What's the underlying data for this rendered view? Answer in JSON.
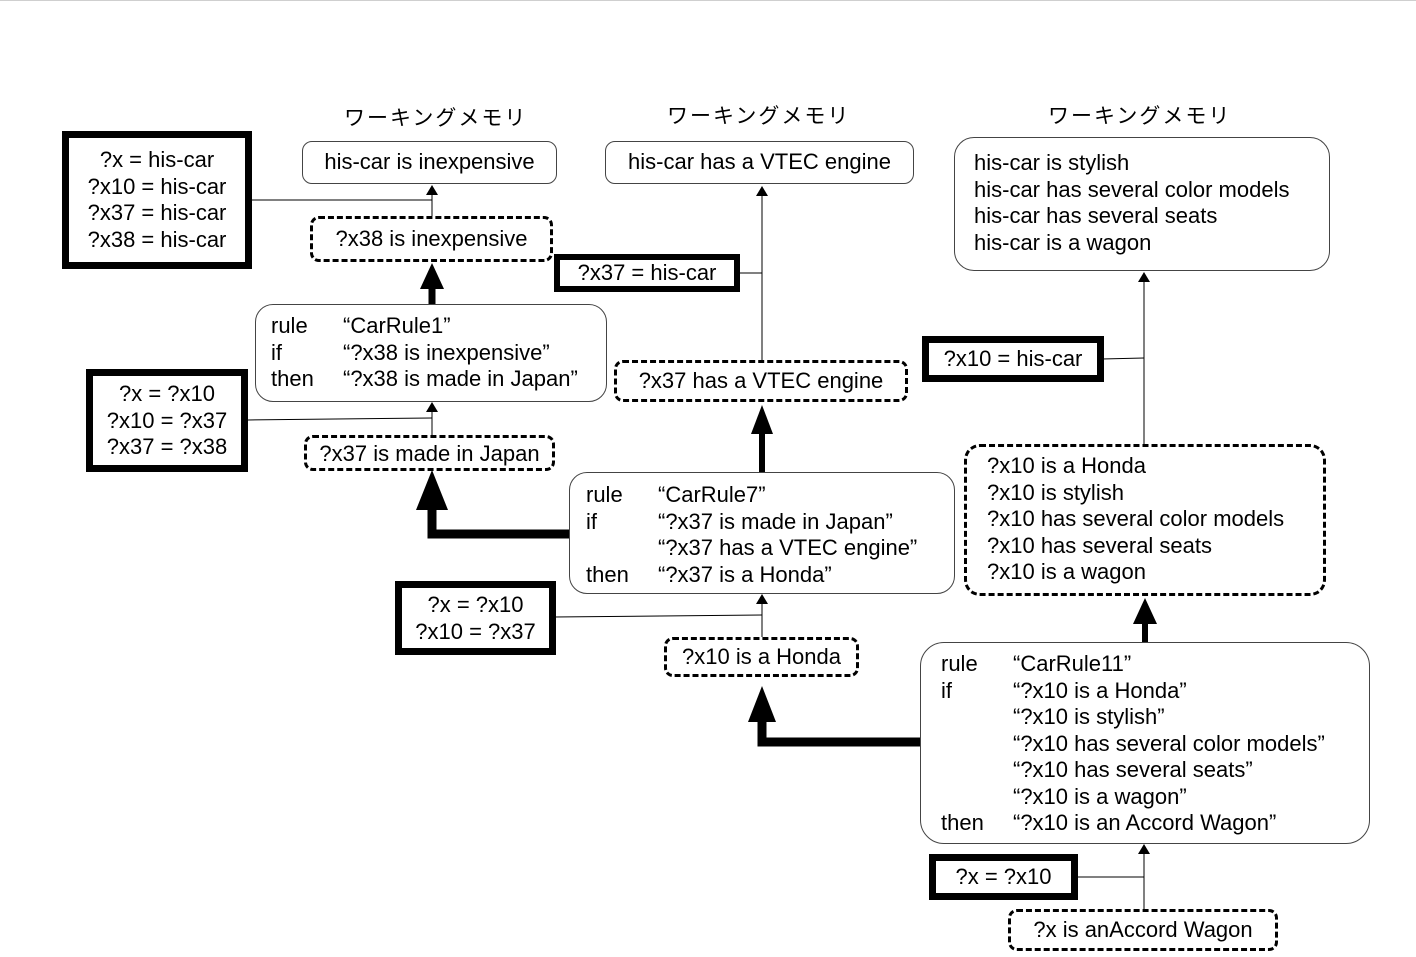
{
  "headings": [
    "ワーキングメモリ",
    "ワーキングメモリ",
    "ワーキングメモリ"
  ],
  "working_memory": {
    "wm1": [
      "his-car is inexpensive"
    ],
    "wm2": [
      "his-car has a VTEC engine"
    ],
    "wm3": [
      "his-car is stylish",
      "his-car has several color models",
      "his-car has several seats",
      "his-car is a wagon"
    ]
  },
  "rules": {
    "car_rule1": {
      "name": "“CarRule1”",
      "if": [
        "“?x38 is inexpensive”"
      ],
      "then": "“?x38 is made in Japan”"
    },
    "car_rule7": {
      "name": "“CarRule7”",
      "if": [
        "“?x37 is made in Japan”",
        "“?x37 has a VTEC engine”"
      ],
      "then": "“?x37 is a Honda”"
    },
    "car_rule11": {
      "name": "“CarRule11”",
      "if": [
        "“?x10 is a Honda”",
        "“?x10 is stylish”",
        "“?x10 has several color models”",
        "“?x10 has several seats”",
        "“?x10 is a wagon”"
      ],
      "then": "“?x10 is an Accord Wagon”"
    }
  },
  "rule_keywords": {
    "rule": "rule",
    "if": "if",
    "then": "then"
  },
  "goals": {
    "g_inexpensive": [
      "?x38 is inexpensive"
    ],
    "g_japan": [
      "?x37 is made in Japan"
    ],
    "g_vtec": [
      "?x37 has a VTEC engine"
    ],
    "g_honda": [
      "?x10 is a Honda"
    ],
    "g_subgoals": [
      "?x10 is a Honda",
      "?x10 is stylish",
      "?x10 has several color models",
      "?x10 has several seats",
      "?x10 is a wagon"
    ],
    "g_accord": [
      "?x is anAccord Wagon"
    ]
  },
  "bindings": {
    "b1": [
      "?x = his-car",
      "?x10 = his-car",
      "?x37 = his-car",
      "?x38 = his-car"
    ],
    "b2": [
      "?x = ?x10",
      "?x10 = ?x37",
      "?x37 = ?x38"
    ],
    "b3": [
      "?x37 = his-car"
    ],
    "b4": [
      "?x = ?x10",
      "?x10 = ?x37"
    ],
    "b5": [
      "?x10 = his-car"
    ],
    "b6": [
      "?x = ?x10"
    ]
  }
}
